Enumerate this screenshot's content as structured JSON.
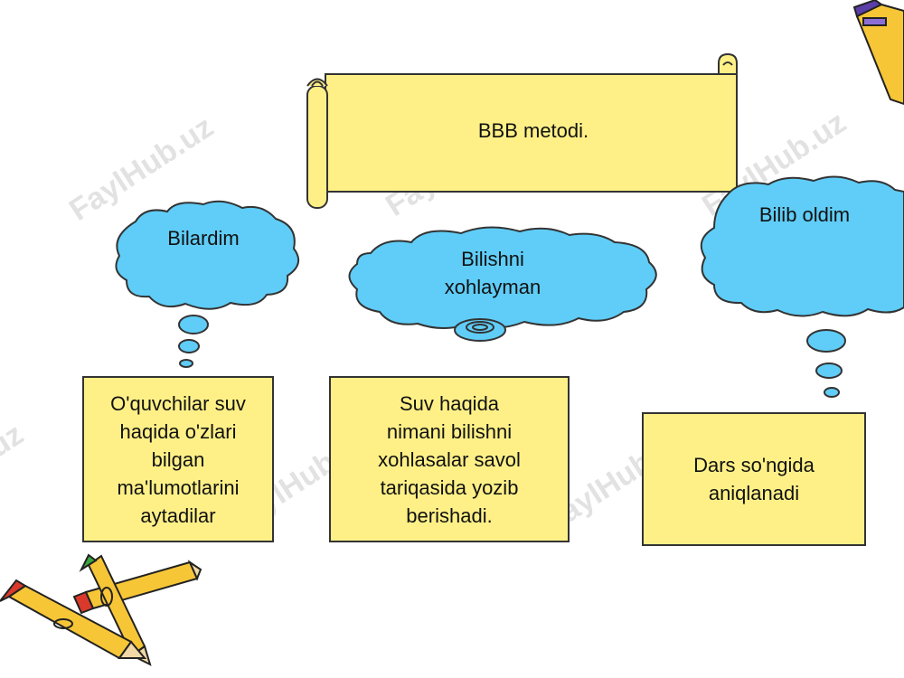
{
  "title": "BBB metodi.",
  "clouds": {
    "bilardim": "Bilardim",
    "bilishni_line1": "Bilishni",
    "bilishni_line2": "xohlayman",
    "bilib_oldim": "Bilib oldim"
  },
  "notes": {
    "left": "O'quvchilar suv\nhaqida o'zlari\nbilgan\nma'lumotlarini\naytadilar",
    "middle": "Suv haqida\nnimani bilishni\nxohlasalar savol\ntariqasida yozib\nberishadi.",
    "right": "Dars so'ngida\naniqlanadi"
  },
  "watermark": "FaylHub.uz",
  "colors": {
    "scroll": "#fef087",
    "cloud": "#5fcdf7",
    "outline": "#333333",
    "note": "#fef087"
  }
}
